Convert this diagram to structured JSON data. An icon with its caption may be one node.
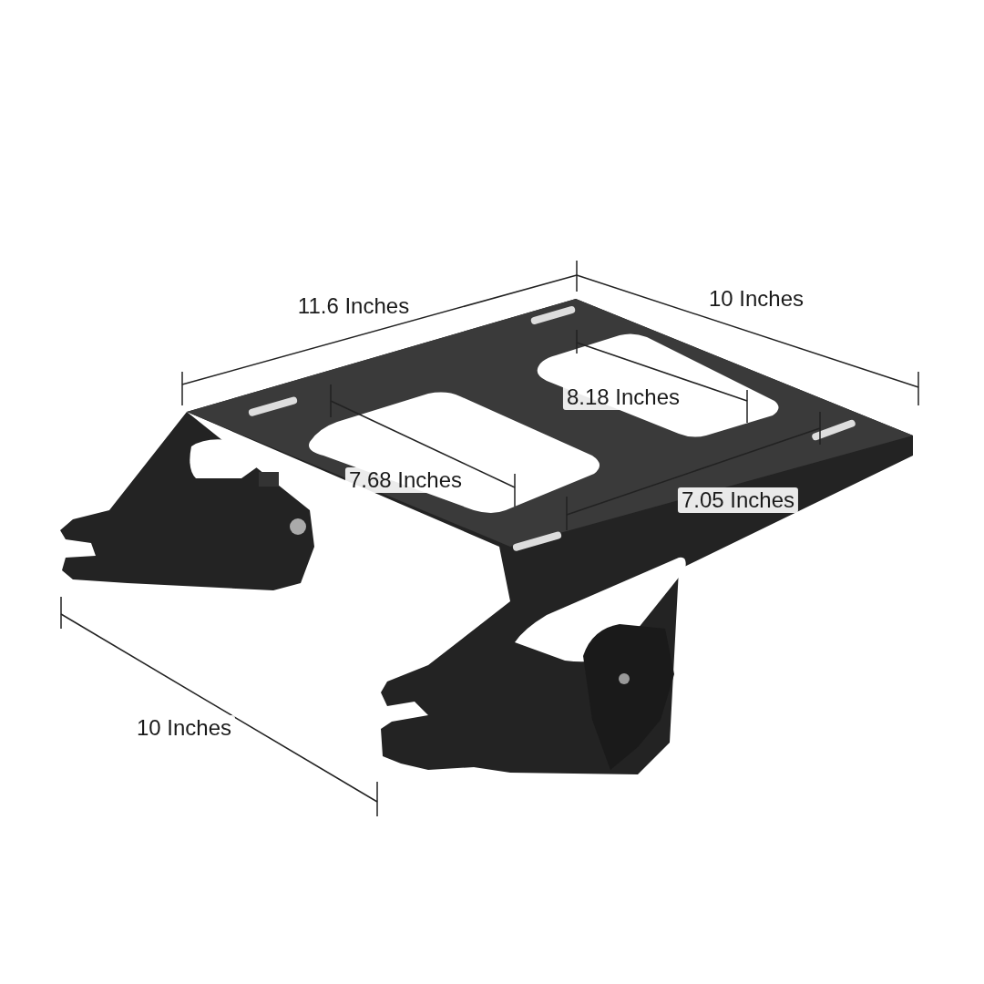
{
  "diagram": {
    "labels": [
      "11.6 Inches",
      "10 Inches",
      "8.18 Inches",
      "7.68 Inches",
      "7.05 Inches",
      "10 Inches"
    ]
  }
}
